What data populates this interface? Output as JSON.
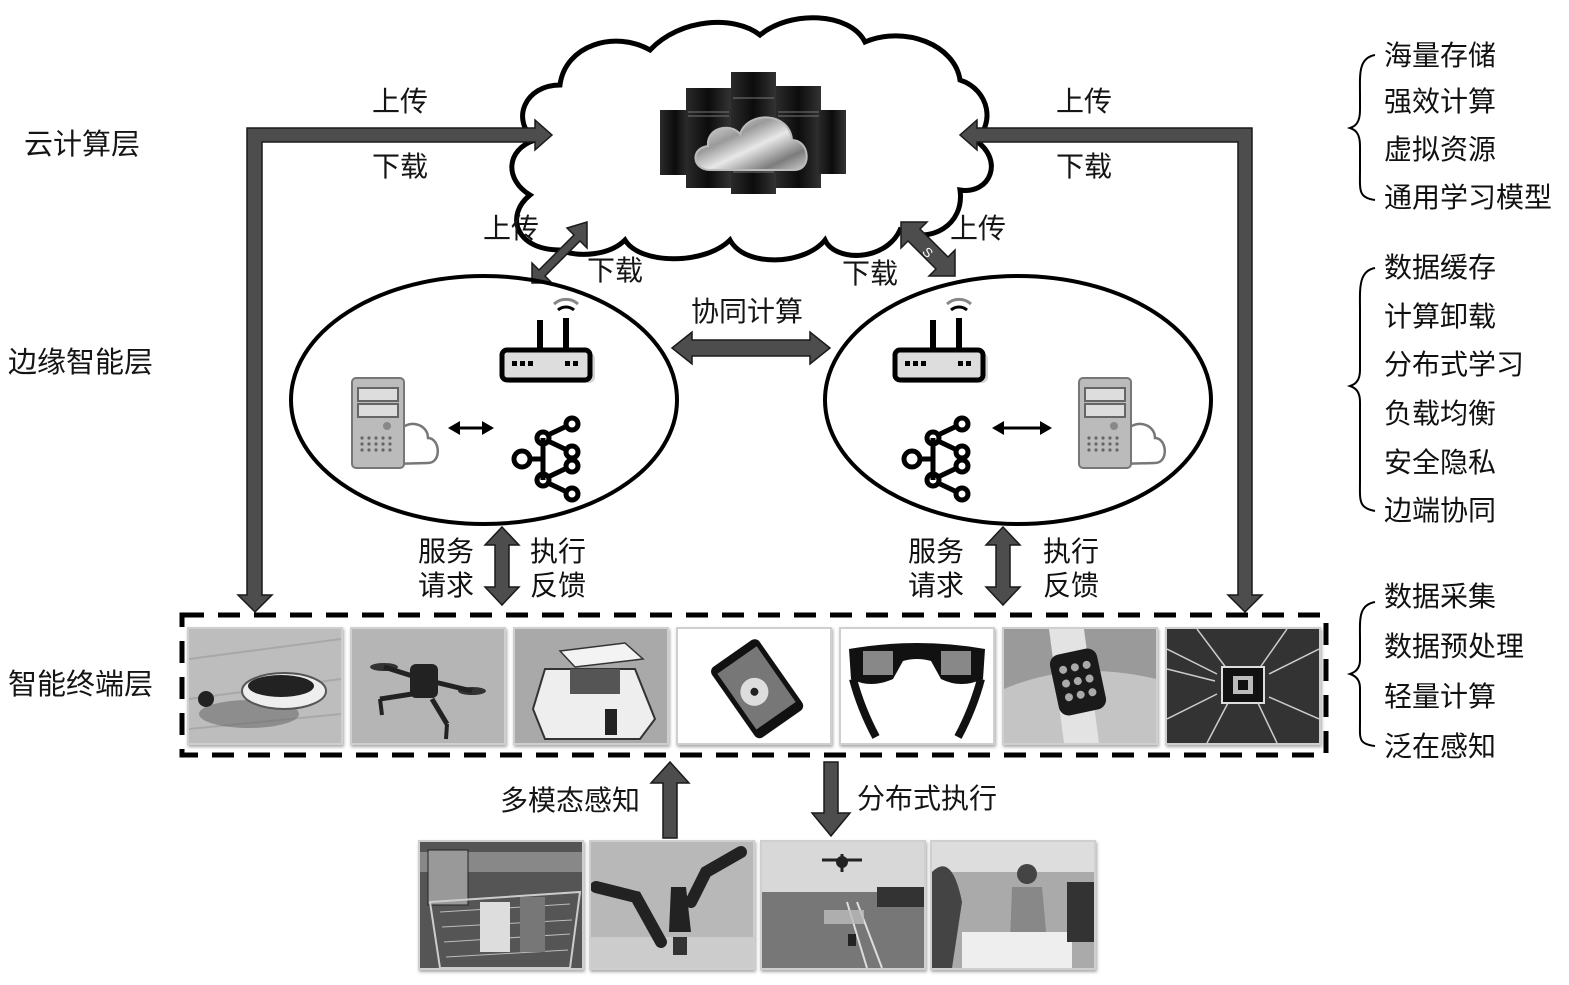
{
  "layers": {
    "cloud": "云计算层",
    "edge": "边缘智能层",
    "terminal": "智能终端层"
  },
  "arrows": {
    "top_left": {
      "up": "上传",
      "down": "下载"
    },
    "top_right": {
      "up": "上传",
      "down": "下载"
    },
    "cloud_edge_left": {
      "up": "上传",
      "down": "下载"
    },
    "cloud_edge_right": {
      "up": "上传",
      "down": "下载"
    },
    "edge_collab": "协同计算",
    "edge_terminal_left": {
      "request": [
        "服务",
        "请求"
      ],
      "feedback": [
        "执行",
        "反馈"
      ]
    },
    "edge_terminal_right": {
      "request": [
        "服务",
        "请求"
      ],
      "feedback": [
        "执行",
        "反馈"
      ]
    },
    "sensing": "多模态感知",
    "execution": "分布式执行"
  },
  "functions": {
    "cloud": [
      "海量存储",
      "强效计算",
      "虚拟资源",
      "通用学习模型"
    ],
    "edge": [
      "数据缓存",
      "计算卸载",
      "分布式学习",
      "负载均衡",
      "安全隐私",
      "边端协同"
    ],
    "terminal": [
      "数据采集",
      "数据预处理",
      "轻量计算",
      "泛在感知"
    ]
  },
  "terminal_devices": [
    {
      "icon": "robot-vacuum-photo"
    },
    {
      "icon": "drone-photo"
    },
    {
      "icon": "mobile-robot-photo"
    },
    {
      "icon": "smartphone-photo"
    },
    {
      "icon": "smart-glasses-photo"
    },
    {
      "icon": "smartwatch-photo"
    },
    {
      "icon": "chip-photo"
    }
  ],
  "scenarios": [
    {
      "icon": "shopping-cart-photo"
    },
    {
      "icon": "robot-arms-photo"
    },
    {
      "icon": "farm-drone-photo"
    },
    {
      "icon": "factory-worker-photo"
    }
  ]
}
